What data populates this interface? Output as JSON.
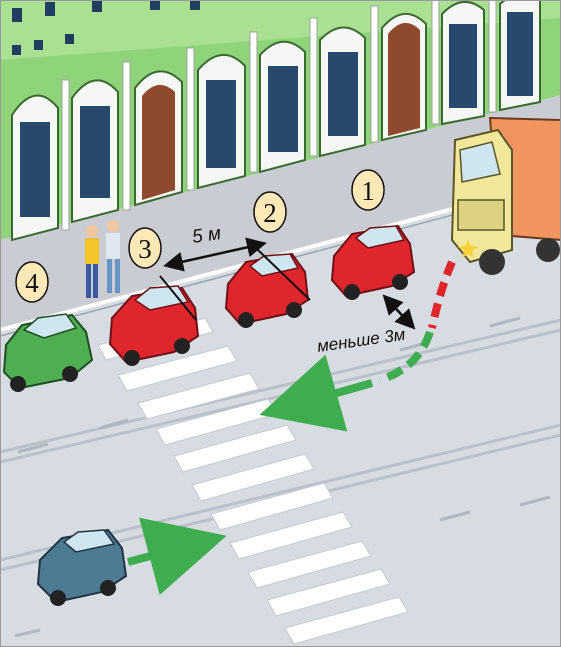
{
  "markers": {
    "car1": "1",
    "car2": "2",
    "car3": "3",
    "car4": "4"
  },
  "labels": {
    "distance_between_cars": "5 м",
    "distance_from_truck": "меньше 3м"
  },
  "colors": {
    "building_wall": "#8fd47a",
    "sidewalk": "#c9ccd2",
    "road": "#d7dce3",
    "red_car": "#e0262d",
    "green_car": "#4fae52",
    "blue_car": "#4d7b94",
    "truck_cab": "#f1e79a",
    "truck_body": "#f0955f",
    "arrow_green": "#3fad4f",
    "arrow_red": "#e0262d"
  }
}
